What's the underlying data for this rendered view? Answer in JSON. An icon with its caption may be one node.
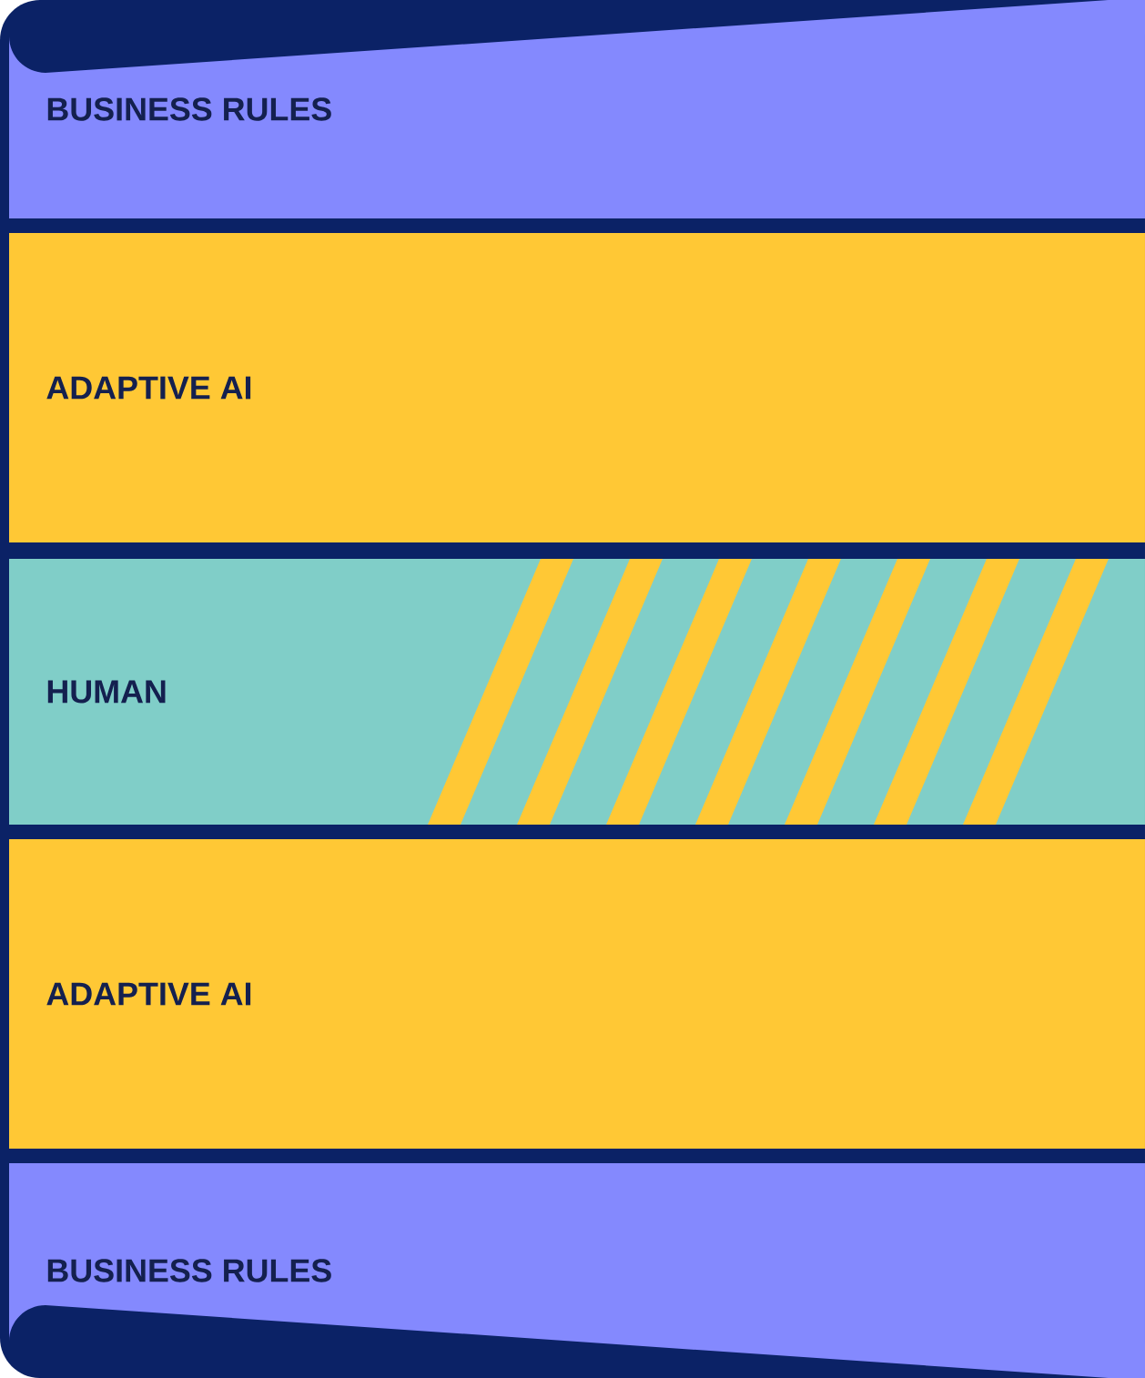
{
  "diagram": {
    "nodes": [
      {
        "text": [
          "BUSINESS RULES"
        ]
      },
      {
        "text": [
          "ADAPTIVE AI"
        ]
      },
      {
        "text": [
          "HUMAN"
        ]
      },
      {
        "text": [
          "ADAPTIVE AI"
        ]
      },
      {
        "text": [
          "BUSINESS RULES"
        ]
      }
    ]
  }
}
